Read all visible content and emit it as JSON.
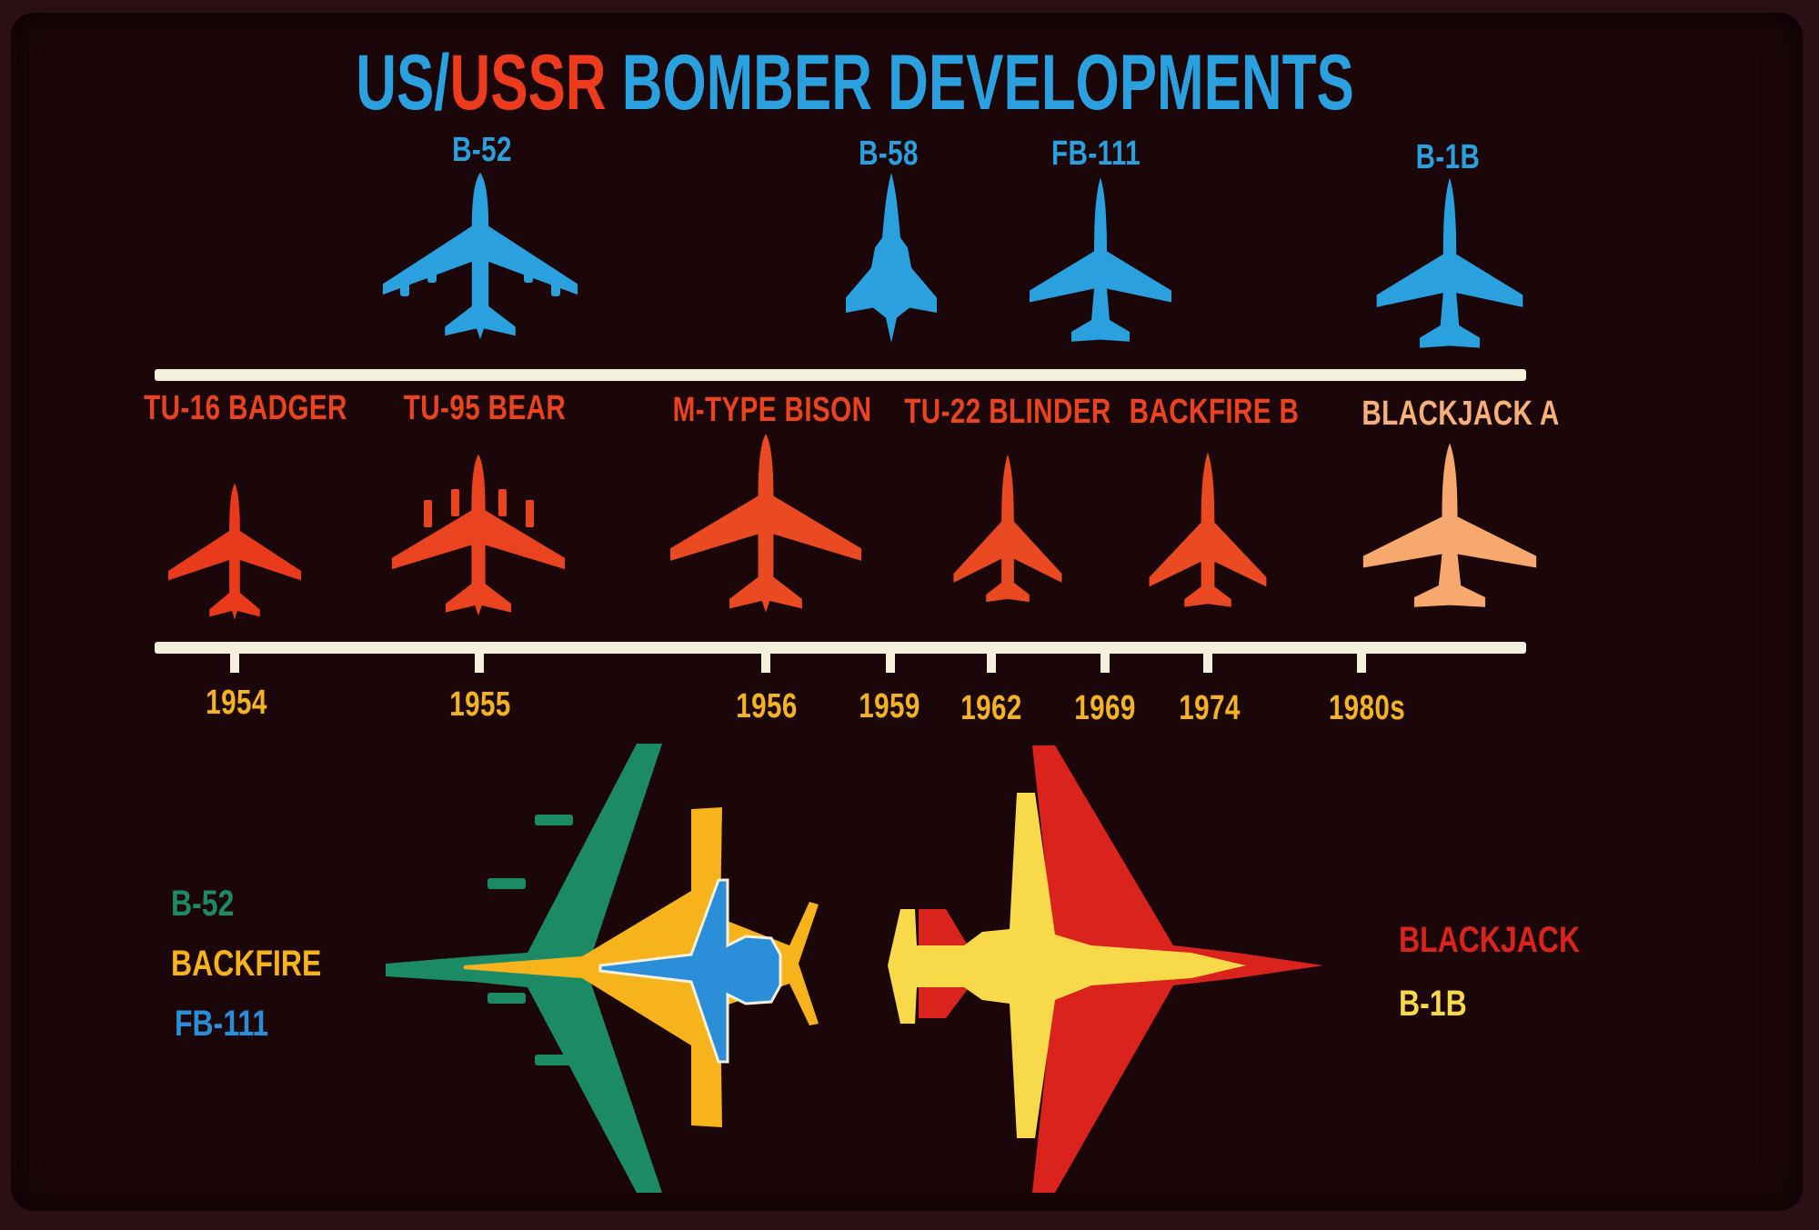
{
  "title": {
    "part1": "US/",
    "part2": "USSR",
    "part3": " BOMBER DEVELOPMENTS"
  },
  "us_bombers": [
    {
      "label": "B-52"
    },
    {
      "label": "B-58"
    },
    {
      "label": "FB-111"
    },
    {
      "label": "B-1B"
    }
  ],
  "ussr_bombers": [
    {
      "label": "TU-16 BADGER"
    },
    {
      "label": "TU-95 BEAR"
    },
    {
      "label": "M-TYPE BISON"
    },
    {
      "label": "TU-22 BLINDER"
    },
    {
      "label": "BACKFIRE B"
    },
    {
      "label": "BLACKJACK A"
    }
  ],
  "years": [
    "1954",
    "1955",
    "1956",
    "1959",
    "1962",
    "1969",
    "1974",
    "1980s"
  ],
  "legend_left": [
    {
      "label": "B-52",
      "color": "#1d8a66"
    },
    {
      "label": "BACKFIRE",
      "color": "#f7b31c"
    },
    {
      "label": "FB-111",
      "color": "#2a8fd8"
    }
  ],
  "legend_right": [
    {
      "label": "BLACKJACK",
      "color": "#d9231c"
    },
    {
      "label": "B-1B",
      "color": "#f7d94a"
    }
  ],
  "colors": {
    "us_blue": "#2aa0de",
    "ussr_red": "#ea4320",
    "blackjack_peach": "#f8b07a",
    "year_yellow": "#f4b324",
    "timeline_white": "#f4f0dc",
    "background": "#1b0609"
  }
}
